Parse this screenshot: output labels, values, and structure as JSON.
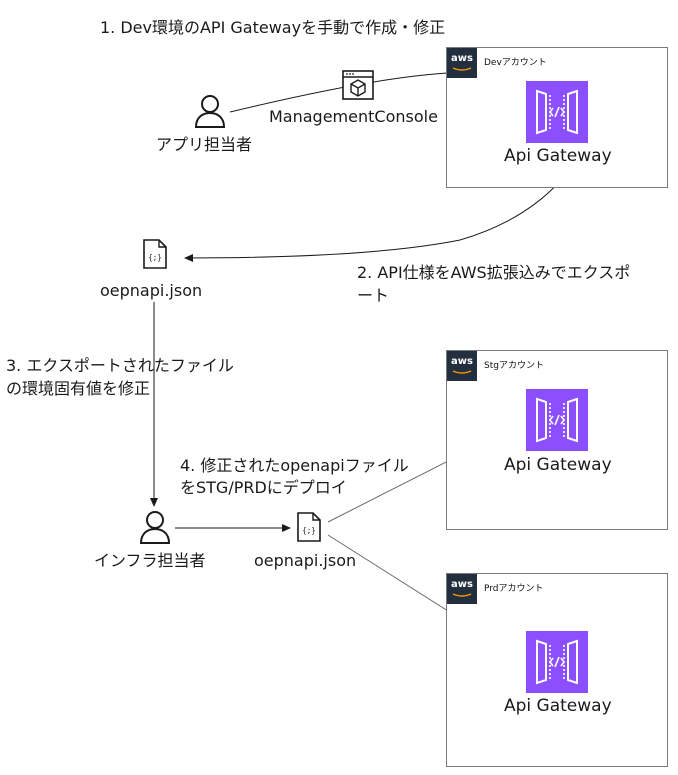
{
  "steps": {
    "step1": "1. Dev環境のAPI Gatewayを手動で作成・修正",
    "step2_line1": "2. API仕様をAWS拡張込みでエクスポ",
    "step2_line2": "ート",
    "step3_line1": "3. エクスポートされたファイル",
    "step3_line2": "の環境固有値を修正",
    "step4_line1": "4. 修正されたopenapiファイル",
    "step4_line2": "をSTG/PRDにデプロイ"
  },
  "actors": {
    "app_owner": "アプリ担当者",
    "infra_owner": "インフラ担当者"
  },
  "console": {
    "label": "ManagementConsole"
  },
  "files": {
    "exported": "oepnapi.json",
    "modified": "oepnapi.json",
    "file_glyph": "{;}"
  },
  "accounts": [
    {
      "badge": "aws",
      "name": "Devアカウント",
      "service": "Api Gateway"
    },
    {
      "badge": "aws",
      "name": "Stgアカウント",
      "service": "Api Gateway"
    },
    {
      "badge": "aws",
      "name": "Prdアカウント",
      "service": "Api Gateway"
    }
  ],
  "colors": {
    "api_gateway": "#8c4fff",
    "aws_badge": "#232f3e",
    "arrow_dark": "#1a1a1a",
    "arrow_grey": "#6b6b6b"
  }
}
